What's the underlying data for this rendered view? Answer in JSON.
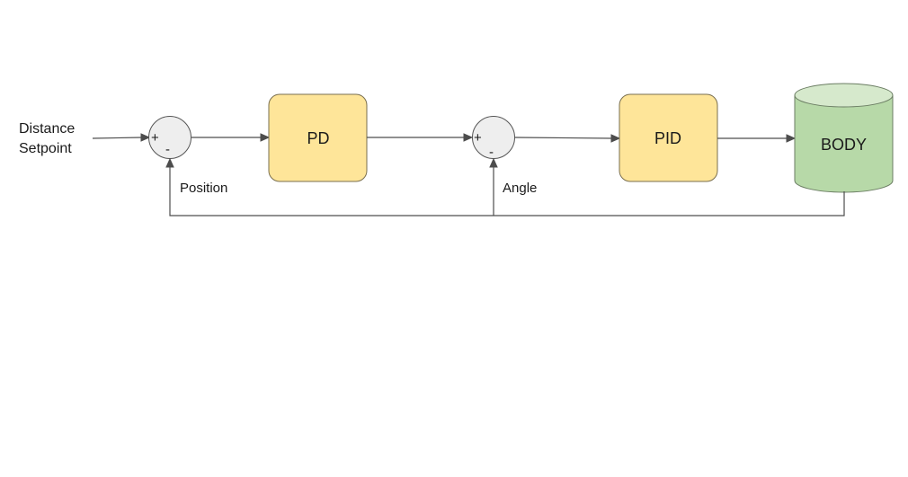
{
  "diagram": {
    "input_label_line1": "Distance",
    "input_label_line2": "Setpoint",
    "summer1": {
      "plus": "+",
      "minus": "-"
    },
    "summer2": {
      "plus": "+",
      "minus": "-"
    },
    "block_pd": "PD",
    "block_pid": "PID",
    "block_body": "BODY",
    "feedback_position": "Position",
    "feedback_angle": "Angle",
    "colors": {
      "controller_fill": "#fee599",
      "controller_stroke": "#7a6f4f",
      "body_fill": "#b7d9a8",
      "body_top_fill": "#d6e9cc",
      "body_stroke": "#6b7d63",
      "summer_fill": "#eeeeee",
      "summer_stroke": "#555555"
    }
  }
}
